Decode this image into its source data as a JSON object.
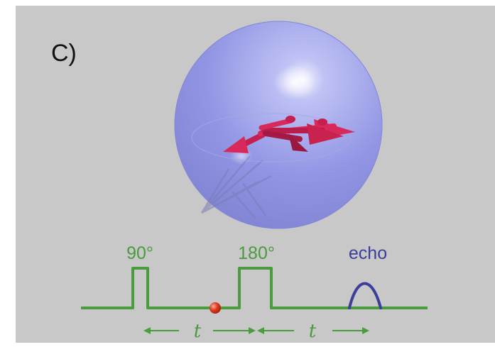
{
  "panel_label": "C)",
  "pulses": {
    "first_label": "90°",
    "second_label": "180°",
    "echo_label": "echo"
  },
  "intervals": {
    "first_label": "t",
    "second_label": "t"
  },
  "colors": {
    "background": "#c8c8c8",
    "sequence_green": "#4a9a3e",
    "echo_blue": "#3b3f9a",
    "sphere_blue": "#8f93e6",
    "vector_red": "#d9285a",
    "marker_red": "#e03a1f"
  }
}
